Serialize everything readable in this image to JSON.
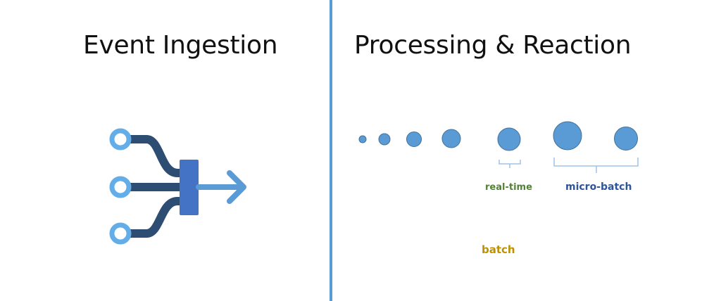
{
  "left_panel": {
    "title": "Event Ingestion"
  },
  "right_panel": {
    "title": "Processing & Reaction",
    "labels": {
      "real_time": "real-time",
      "micro_batch": "micro-batch",
      "batch": "batch"
    }
  },
  "colors": {
    "divider": "#5b9bd5",
    "dot_fill": "#5b9bd5",
    "dot_stroke": "#41719c",
    "ring": "#63aee8",
    "connector": "#2e4d72",
    "hub": "#4472c4",
    "arrow": "#5b9bd5",
    "brace": "#9dc3e6",
    "real_time": "#548235",
    "micro_batch": "#2e5597",
    "batch": "#bf9000"
  },
  "icons": [
    "event-ingestion-icon",
    "right-arrow-icon"
  ]
}
